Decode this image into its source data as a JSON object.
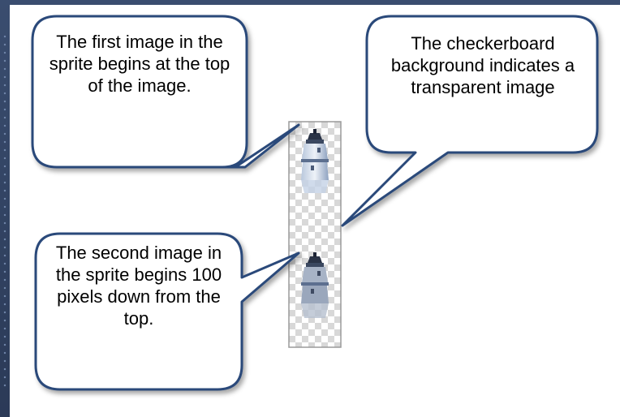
{
  "callouts": {
    "first": "The first image in the sprite begins at the top of the image.",
    "checker": "The checkerboard background indicates a transparent image",
    "second": "The second image in the sprite begins 100 pixels down from the top."
  },
  "sprite": {
    "description_icon_1": "lighthouse-icon",
    "description_icon_2": "lighthouse-icon"
  },
  "colors": {
    "callout_border": "#2c4a7a",
    "slide_bg": "#2e3e5c",
    "checker_light": "#ffffff",
    "checker_dark": "#d6d6d6"
  }
}
